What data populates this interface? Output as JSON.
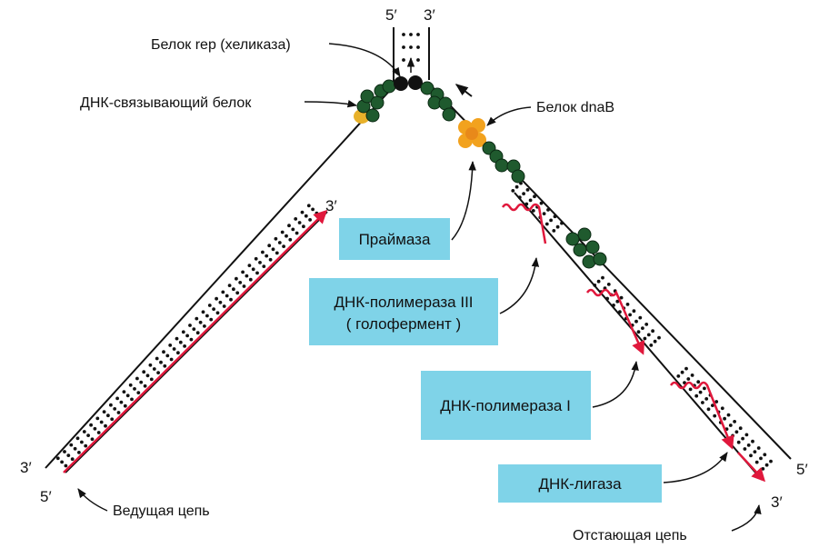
{
  "labels": {
    "rep_helicase": "Белок rep (хеликаза)",
    "ssb_protein": "ДНК-связывающий белок",
    "dnab_protein": "Белок dnaB",
    "leading_strand": "Ведущая цепь",
    "lagging_strand": "Отстающая цепь"
  },
  "boxes": {
    "primase": "Праймаза",
    "pol3_line1": "ДНК-полимераза  III",
    "pol3_line2": "( голофермент )",
    "pol1": "ДНК-полимераза I",
    "ligase": "ДНК-лигаза"
  },
  "ends": {
    "top_left": "5′",
    "top_right": "3′",
    "left_outer": "3′",
    "left_inner": "5′",
    "leading_3prime": "3′",
    "right_outer": "5′",
    "right_inner": "3′"
  },
  "colors": {
    "box_fill": "#7fd3e8",
    "red_strand": "#e0183c",
    "ssb_green": "#1f5a2e",
    "dnab_orange": "#f2a21e",
    "helicase_black": "#111111"
  }
}
